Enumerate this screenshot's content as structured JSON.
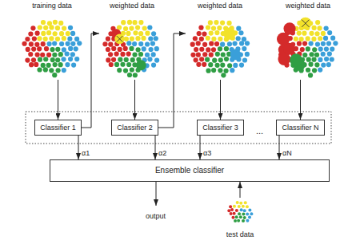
{
  "diagram": {
    "nodes": [
      {
        "text": [
          "training data"
        ]
      },
      {
        "text": [
          "weighted data"
        ]
      },
      {
        "text": [
          "weighted data"
        ]
      },
      {
        "text": [
          "weighted data"
        ]
      },
      {
        "text": [
          "Classifier 1"
        ]
      },
      {
        "text": [
          "Classifier 2"
        ]
      },
      {
        "text": [
          "Classifier 3"
        ]
      },
      {
        "text": [
          "Classifier N"
        ]
      },
      {
        "text": [
          "Ensemble classifier"
        ]
      },
      {
        "text": [
          "test data"
        ]
      }
    ],
    "edges": [
      {
        "from": 0,
        "to": 4,
        "arrow": "to"
      },
      {
        "from": 4,
        "to": 1,
        "arrow": "to"
      },
      {
        "from": 1,
        "to": 5,
        "arrow": "to"
      },
      {
        "from": 5,
        "to": 2,
        "arrow": "to"
      },
      {
        "from": 2,
        "to": 6,
        "arrow": "to"
      },
      {
        "from": 3,
        "to": 7,
        "arrow": "to"
      },
      {
        "from": 4,
        "to": 8,
        "label": "α1",
        "arrow": "to"
      },
      {
        "from": 5,
        "to": 8,
        "label": "α2",
        "arrow": "to"
      },
      {
        "from": 6,
        "to": 8,
        "label": "α3",
        "arrow": "to"
      },
      {
        "from": 7,
        "to": 8,
        "label": "αN",
        "arrow": "to"
      },
      {
        "from": 9,
        "to": 8,
        "arrow": "to"
      }
    ],
    "labels": [
      "...",
      "output"
    ]
  }
}
